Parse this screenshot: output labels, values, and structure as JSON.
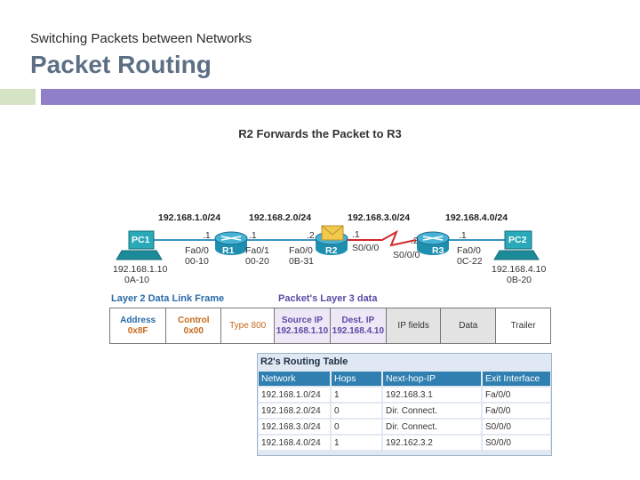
{
  "header": {
    "subtitle": "Switching Packets between Networks",
    "title": "Packet Routing"
  },
  "diagram": {
    "title": "R2 Forwards the Packet to R3",
    "networks": [
      "192.168.1.0/24",
      "192.168.2.0/24",
      "192.168.3.0/24",
      "192.168.4.0/24"
    ],
    "pc1": {
      "name": "PC1",
      "ip": "192.168.1.10",
      "mac": "0A-10"
    },
    "pc2": {
      "name": "PC2",
      "ip": "192.168.4.10",
      "mac": "0B-20"
    },
    "routers": [
      "R1",
      "R2",
      "R3"
    ],
    "labels": {
      "r1_left_host": ".1",
      "r1_left_if": "Fa0/0",
      "r1_left_mac": "00-10",
      "r1_right_host": ".1",
      "r1_right_if": "Fa0/1",
      "r1_right_mac": "00-20",
      "r2_left_host": ".2",
      "r2_left_if": "Fa0/0",
      "r2_left_mac": "0B-31",
      "r2_right_host": ".1",
      "r2_right_if": "S0/0/0",
      "r3_left_host": ".2",
      "r3_left_if": "S0/0/0",
      "r3_right_host": ".1",
      "r3_right_if": "Fa0/0",
      "r3_right_mac": "0C-22"
    },
    "colors": {
      "router": "#1f8fb0",
      "pc": "#2aa9b8",
      "link": "#3a95c2",
      "serial": "#d02a2a",
      "envelope": "#f2c94c"
    }
  },
  "frame": {
    "layer2_label": "Layer 2 Data Link Frame",
    "layer3_label": "Packet's Layer 3 data",
    "address_label": "Address",
    "address_value": "0x8F",
    "control_label": "Control",
    "control_value": "0x00",
    "type": "Type 800",
    "source_label": "Source IP",
    "source_value": "192.168.1.10",
    "dest_label": "Dest. IP",
    "dest_value": "192.168.4.10",
    "ip_fields": "IP fields",
    "data": "Data",
    "trailer": "Trailer"
  },
  "routing_table": {
    "title": "R2's Routing Table",
    "columns": [
      "Network",
      "Hops",
      "Next-hop-IP",
      "Exit Interface"
    ],
    "rows": [
      [
        "192.168.1.0/24",
        "1",
        "192.168.3.1",
        "Fa/0/0"
      ],
      [
        "192.168.2.0/24",
        "0",
        "Dir. Connect.",
        "Fa/0/0"
      ],
      [
        "192.168.3.0/24",
        "0",
        "Dir. Connect.",
        "S0/0/0"
      ],
      [
        "192.168.4.0/24",
        "1",
        "192.162.3.2",
        "S0/0/0"
      ]
    ]
  }
}
